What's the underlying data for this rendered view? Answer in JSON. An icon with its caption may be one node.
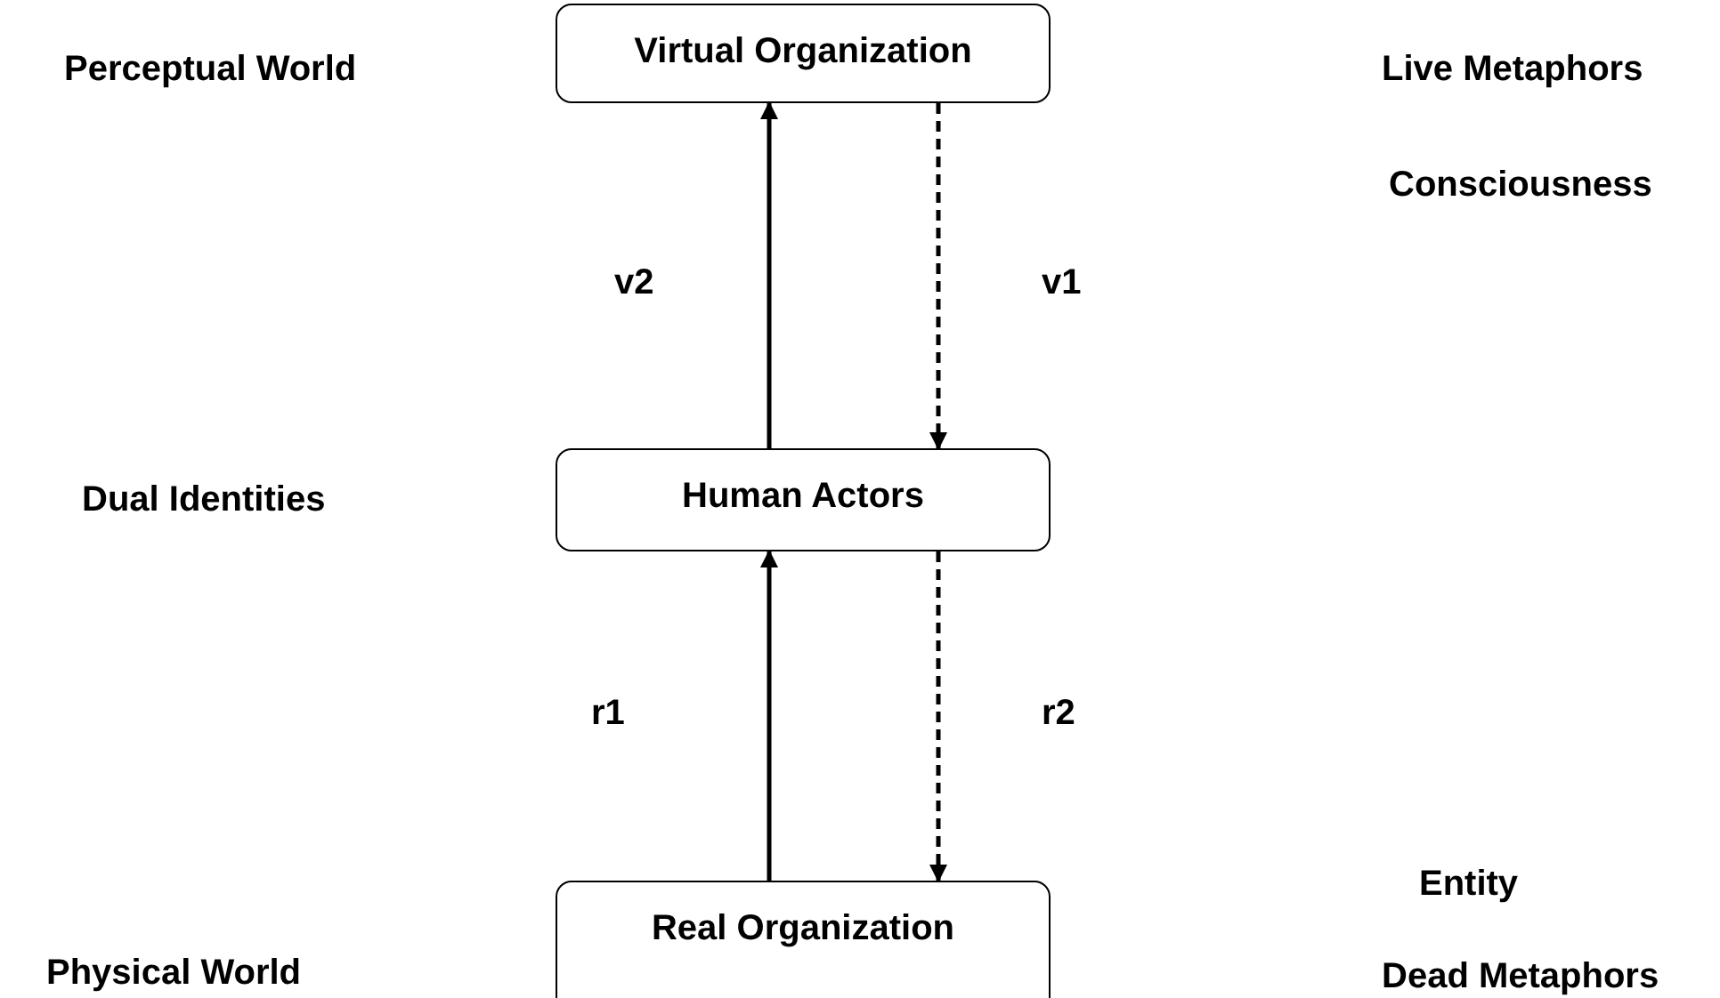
{
  "diagram": {
    "nodes": [
      {
        "text": [
          "Virtual Organization"
        ]
      },
      {
        "text": [
          "Human Actors"
        ]
      },
      {
        "text": [
          "Real Organization"
        ]
      }
    ],
    "edges": [
      {
        "from": 1,
        "to": 0,
        "arrow": "to",
        "label": "v2"
      },
      {
        "from": 0,
        "to": 1,
        "arrow": "to",
        "label": "v1",
        "style": "dashed"
      },
      {
        "from": 2,
        "to": 1,
        "arrow": "to",
        "label": "r1"
      },
      {
        "from": 1,
        "to": 2,
        "arrow": "to",
        "label": "r2",
        "style": "dashed"
      }
    ],
    "labels": [
      "Perceptual World",
      "Live Metaphors",
      "Consciousness",
      "Dual Identities",
      "Entity",
      "Physical World",
      "Dead Metaphors"
    ]
  }
}
